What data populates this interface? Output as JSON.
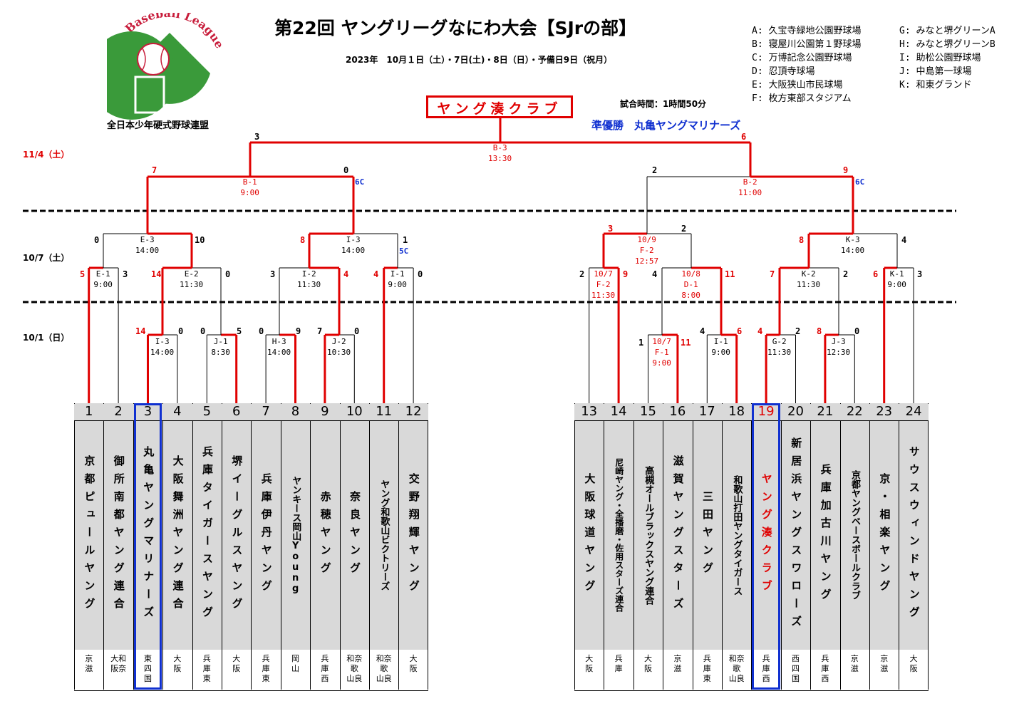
{
  "title": "第22回 ヤングリーグなにわ大会【SJrの部】",
  "dates": "2023年　10月１日（土）・7日(土)・8日（日）・予備日9日（祝月）",
  "game_time": "試合時間：1時間50分",
  "logo": {
    "arc_text": "Young Baseball League",
    "org": "全日本少年硬式野球連盟",
    "field_color": "#3a9a3a"
  },
  "champion": "ヤング湊クラブ",
  "runner_up": "準優勝　丸亀ヤングマリナーズ",
  "venues_left": [
    "A: 久宝寺緑地公園野球場",
    "B: 寝屋川公園第１野球場",
    "C: 万博記念公園野球場",
    "D: 忍頂寺球場",
    "E: 大阪狭山市民球場",
    "F: 枚方東部スタジアム"
  ],
  "venues_right": [
    "G: みなと堺グリーンA",
    "H: みなと堺グリーンB",
    "I: 助松公園野球場",
    "J: 中島第一球場",
    "K: 和東グランド"
  ],
  "date_labels": [
    "11/4（土）",
    "10/7（土）",
    "10/1（日）"
  ],
  "teams_left": [
    {
      "num": "1",
      "name": "京都ピュールヤング",
      "region": "京\n滋"
    },
    {
      "num": "2",
      "name": "御所南都ヤング連合",
      "region": "大和\n阪奈"
    },
    {
      "num": "3",
      "name": "丸亀ヤングマリナーズ",
      "region": "東\n四\n国"
    },
    {
      "num": "4",
      "name": "大阪舞洲ヤング連合",
      "region": "大\n阪"
    },
    {
      "num": "5",
      "name": "兵庫タイガースヤング",
      "region": "兵\n庫\n東"
    },
    {
      "num": "6",
      "name": "堺イーグルスヤング",
      "region": "大\n阪"
    },
    {
      "num": "7",
      "name": "兵庫伊丹ヤング",
      "region": "兵\n庫\n東"
    },
    {
      "num": "8",
      "name": "ヤンキース岡山Young",
      "region": "岡\n山"
    },
    {
      "num": "9",
      "name": "赤穂ヤング",
      "region": "兵\n庫\n西"
    },
    {
      "num": "10",
      "name": "奈良ヤング",
      "region": "和奈\n歌\n山良"
    },
    {
      "num": "11",
      "name": "ヤング和歌山ビクトリーズ",
      "region": "和奈\n歌\n山良"
    },
    {
      "num": "12",
      "name": "交野翔輝ヤング",
      "region": "大\n阪"
    }
  ],
  "teams_right": [
    {
      "num": "13",
      "name": "大阪球道ヤング",
      "region": "大\n阪"
    },
    {
      "num": "14",
      "name": "尼崎ヤング・全播磨・佐用スターズ連合",
      "region": "兵\n庫"
    },
    {
      "num": "15",
      "name": "高槻オールブラックスヤング連合",
      "region": "大\n阪"
    },
    {
      "num": "16",
      "name": "滋賀ヤングスターズ",
      "region": "京\n滋"
    },
    {
      "num": "17",
      "name": "三田ヤング",
      "region": "兵\n庫\n東"
    },
    {
      "num": "18",
      "name": "和歌山打田ヤングタイガース",
      "region": "和奈\n歌\n山良"
    },
    {
      "num": "19",
      "name": "ヤング湊クラブ",
      "region": "兵\n庫\n西"
    },
    {
      "num": "20",
      "name": "新居浜ヤングスワローズ",
      "region": "西\n四\n国"
    },
    {
      "num": "21",
      "name": "兵庫加古川ヤング",
      "region": "兵\n庫\n西"
    },
    {
      "num": "22",
      "name": "京都ヤングベースボールクラブ",
      "region": "京\n滋"
    },
    {
      "num": "23",
      "name": "京・相楽ヤング",
      "region": "京\n滋"
    },
    {
      "num": "24",
      "name": "サウスウィンドヤング",
      "region": "大\n阪"
    }
  ],
  "games": [
    {
      "code": "B-3",
      "time": "13:30",
      "s1": "3",
      "s2": "6"
    },
    {
      "code": "B-1",
      "time": "9:00",
      "s1": "7",
      "s2": "0",
      "note": "6C"
    },
    {
      "code": "B-2",
      "time": "11:00",
      "s1": "2",
      "s2": "9",
      "note": "6C"
    },
    {
      "code": "E-3",
      "time": "14:00",
      "s1": "0",
      "s2": "10"
    },
    {
      "code": "I-3",
      "time": "14:00",
      "s1": "8",
      "s2": "1",
      "note": "5C"
    },
    {
      "code": "10/9 F-2",
      "time": "12:57",
      "s1": "3",
      "s2": "2"
    },
    {
      "code": "K-3",
      "time": "14:00",
      "s1": "8",
      "s2": "4"
    },
    {
      "code": "E-1",
      "time": "9:00",
      "s1": "5",
      "s2": "3"
    },
    {
      "code": "E-2",
      "time": "11:30",
      "s1": "14",
      "s2": "0"
    },
    {
      "code": "I-2",
      "time": "11:30",
      "s1": "3",
      "s2": "4"
    },
    {
      "code": "I-1",
      "time": "9:00",
      "s1": "4",
      "s2": "0"
    },
    {
      "code": "10/7 F-2",
      "time": "11:30",
      "s1": "2",
      "s2": "9"
    },
    {
      "code": "10/8 D-1",
      "time": "8:00",
      "s1": "4",
      "s2": "11"
    },
    {
      "code": "K-2",
      "time": "11:30",
      "s1": "7",
      "s2": "2"
    },
    {
      "code": "K-1",
      "time": "9:00",
      "s1": "6",
      "s2": "3"
    },
    {
      "code": "I-3",
      "time": "14:00",
      "s1": "14",
      "s2": "0"
    },
    {
      "code": "J-1",
      "time": "8:30",
      "s1": "0",
      "s2": "5"
    },
    {
      "code": "H-3",
      "time": "14:00",
      "s1": "0",
      "s2": "9"
    },
    {
      "code": "J-2",
      "time": "10:30",
      "s1": "7",
      "s2": "0"
    },
    {
      "code": "10/7 F-1",
      "time": "9:00",
      "s1": "1",
      "s2": "11"
    },
    {
      "code": "I-1",
      "time": "9:00",
      "s1": "4",
      "s2": "6"
    },
    {
      "code": "G-2",
      "time": "11:30",
      "s1": "4",
      "s2": "2"
    },
    {
      "code": "J-3",
      "time": "12:30",
      "s1": "8",
      "s2": "0"
    }
  ],
  "colors": {
    "win": "#e00000",
    "lose": "#000000",
    "highlight": "#1030d0",
    "cell": "#d9d9d9"
  }
}
